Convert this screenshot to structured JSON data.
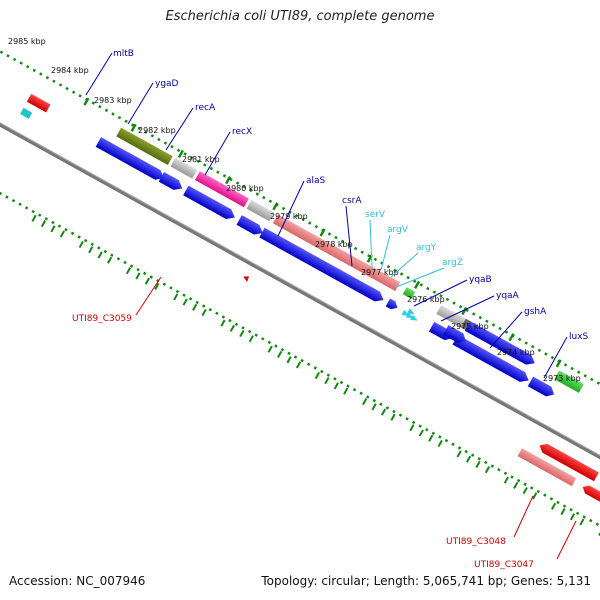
{
  "title": "Escherichia coli UTI89, complete genome",
  "footer": {
    "accession": "Accession: NC_007946",
    "stats": "Topology: circular; Length: 5,065,741 bp; Genes: 5,131"
  },
  "ruler": [
    "2985 kbp",
    "2984 kbp",
    "2983 kbp",
    "2982 kbp",
    "2981 kbp",
    "2980 kbp",
    "2979 kbp",
    "2978 kbp",
    "2977 kbp",
    "2976 kbp",
    "2975 kbp",
    "2974 kbp",
    "2973 kbp"
  ],
  "colors": {
    "forward_strand": "#0000e0",
    "reverse_strand": "#ee0000",
    "trna": "#33cce6",
    "rrna_like": "#33bb33",
    "label_forward": "#000099",
    "label_reverse": "#cc0000",
    "label_trna": "#33bbdd",
    "ruler_dots": "#118811",
    "backbone": "#777777"
  },
  "genes_forward": [
    "mltB",
    "ygaD",
    "recA",
    "recX",
    "alaS",
    "csrA",
    "yqaB",
    "yqaA",
    "gshA",
    "luxS"
  ],
  "trnas": [
    "serV",
    "argV",
    "argY",
    "argZ"
  ],
  "genes_reverse": [
    "UTI89_C3059",
    "UTI89_C3048",
    "UTI89_C3047"
  ]
}
